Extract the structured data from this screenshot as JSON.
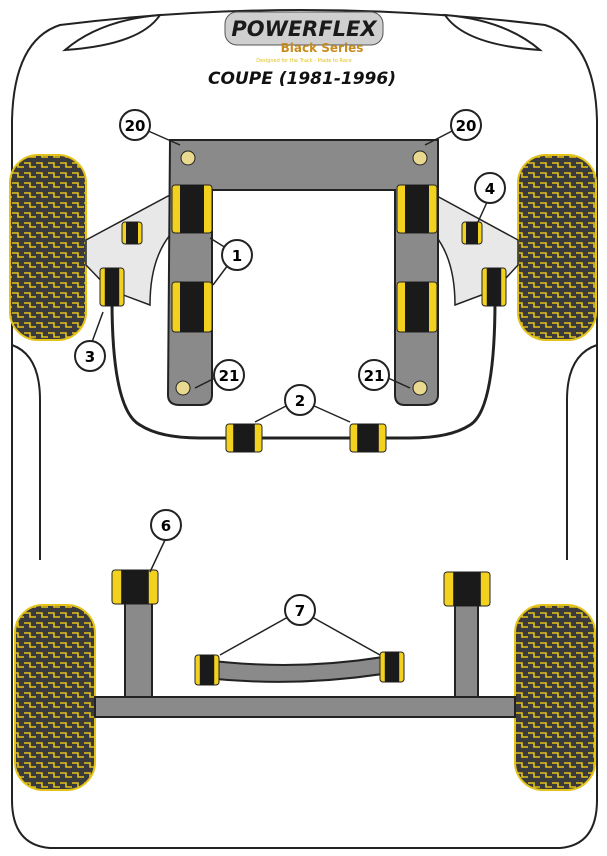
{
  "logo": {
    "brand": "POWERFLEX",
    "series": "Black Series",
    "tagline": "Designed for the Track - Made to Race"
  },
  "title": "COUPE (1981-1996)",
  "callouts": [
    "20",
    "20",
    "4",
    "1",
    "3",
    "21",
    "21",
    "2",
    "6",
    "7"
  ],
  "colors": {
    "bush_yellow": "#f2d21e",
    "subframe_gray": "#8a8a8a",
    "outline": "#222222",
    "tyre": "#3a3a3a"
  }
}
